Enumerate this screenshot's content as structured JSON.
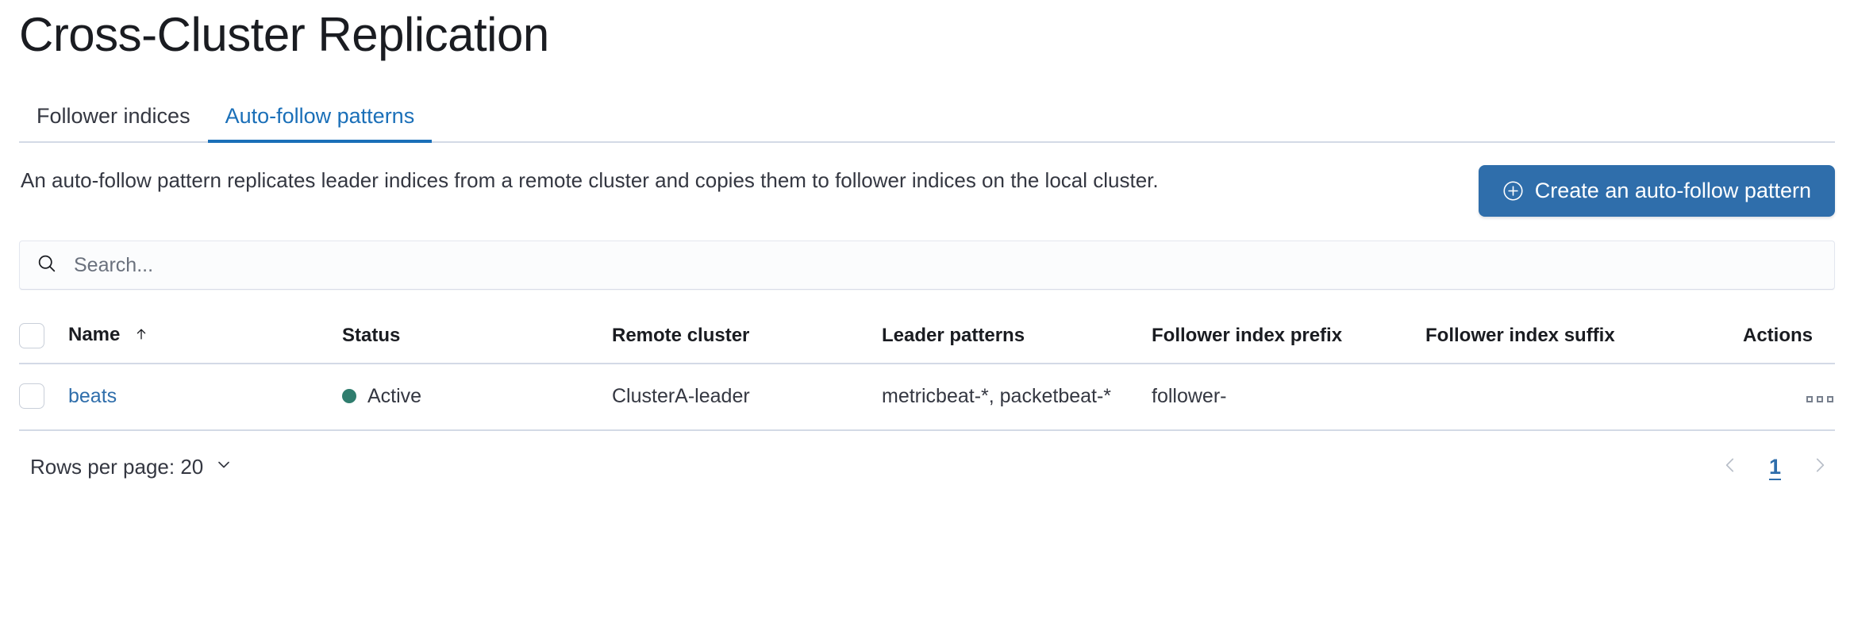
{
  "page": {
    "title": "Cross-Cluster Replication"
  },
  "tabs": [
    {
      "label": "Follower indices",
      "active": false,
      "name": "tab-follower-indices"
    },
    {
      "label": "Auto-follow patterns",
      "active": true,
      "name": "tab-auto-follow-patterns"
    }
  ],
  "intro": {
    "description": "An auto-follow pattern replicates leader indices from a remote cluster and copies them to follower indices on the local cluster.",
    "create_button_label": "Create an auto-follow pattern",
    "create_button_icon": "plus-in-circle-icon"
  },
  "search": {
    "placeholder": "Search...",
    "value": "",
    "icon": "search-icon"
  },
  "table": {
    "columns": [
      {
        "label": "Name",
        "sorted": "asc",
        "sort_icon": "arrow-up-icon"
      },
      {
        "label": "Status"
      },
      {
        "label": "Remote cluster"
      },
      {
        "label": "Leader patterns"
      },
      {
        "label": "Follower index prefix"
      },
      {
        "label": "Follower index suffix"
      },
      {
        "label": "Actions"
      }
    ],
    "rows": [
      {
        "selected": false,
        "name": "beats",
        "status": "Active",
        "status_color": "#2f7d6e",
        "remote_cluster": "ClusterA-leader",
        "leader_patterns": "metricbeat-*, packetbeat-*",
        "follower_index_prefix": "follower-",
        "follower_index_suffix": "",
        "actions_icon": "more-horizontal-icon"
      }
    ]
  },
  "footer": {
    "rows_per_page_label": "Rows per page: 20",
    "rows_per_page_value": "20",
    "chevron_icon": "chevron-down-icon",
    "pagination": {
      "prev_icon": "chevron-left-icon",
      "next_icon": "chevron-right-icon",
      "pages": [
        "1"
      ],
      "current_page": "1"
    }
  },
  "colors": {
    "accent": "#2f6eab",
    "tab_active": "#1a6fb8",
    "status_active": "#2f7d6e",
    "divider": "#d3dae6",
    "text": "#343741"
  }
}
